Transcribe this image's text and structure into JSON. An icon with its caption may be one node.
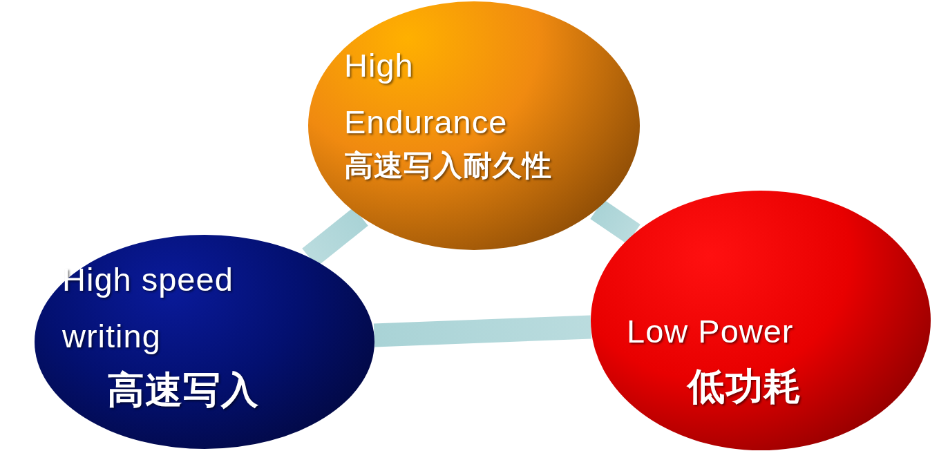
{
  "diagram": {
    "nodes": [
      {
        "text": [
          "High Endurance",
          "高速写入耐久性"
        ]
      },
      {
        "text": [
          "High speed writing",
          "高速写入"
        ]
      },
      {
        "text": [
          "Low Power",
          "低功耗"
        ]
      }
    ],
    "edges": [
      {
        "from": 0,
        "to": 1,
        "arrow": "none"
      },
      {
        "from": 0,
        "to": 2,
        "arrow": "none"
      },
      {
        "from": 1,
        "to": 2,
        "arrow": "none"
      }
    ]
  }
}
